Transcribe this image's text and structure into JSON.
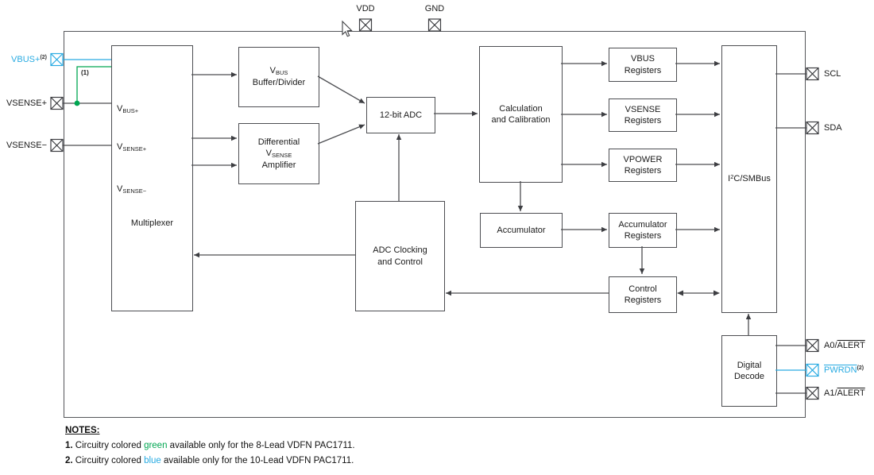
{
  "colors": {
    "blue": "#29ABE2",
    "green": "#00A651",
    "line": "#4d4e52"
  },
  "pins": {
    "vdd": {
      "label": "VDD"
    },
    "gnd": {
      "label": "GND"
    },
    "vbus_plus": {
      "label": "VBUS+",
      "sup": "(2)"
    },
    "vsense_plus": {
      "label": "VSENSE+"
    },
    "vsense_minus": {
      "label": "VSENSE−"
    },
    "scl": {
      "label": "SCL"
    },
    "sda": {
      "label": "SDA"
    },
    "a0_alert": {
      "prefix": "A0/",
      "overlined": "ALERT"
    },
    "pwrdn": {
      "overlined": "PWRDN",
      "sup": "(2)"
    },
    "a1_alert": {
      "prefix": "A1/",
      "overlined": "ALERT"
    }
  },
  "annotations": {
    "wire_note": "(1)"
  },
  "blocks": {
    "multiplexer": {
      "label": "Multiplexer",
      "in_vbus": {
        "main": "V",
        "sub": "BUS+"
      },
      "in_vsense_p": {
        "main": "V",
        "sub": "SENSE+"
      },
      "in_vsense_m": {
        "main": "V",
        "sub": "SENSE−"
      }
    },
    "vbus_buffer": {
      "l1_main": "V",
      "l1_sub": "BUS",
      "l2": "Buffer/Divider"
    },
    "diff_amp": {
      "l1": "Differential",
      "l2_main": "V",
      "l2_sub": "SENSE",
      "l3": "Amplifier"
    },
    "adc": {
      "label": "12-bit ADC"
    },
    "calc": {
      "l1": "Calculation",
      "l2": "and Calibration"
    },
    "vbus_reg": {
      "l1": "VBUS",
      "l2": "Registers"
    },
    "vsense_reg": {
      "l1": "VSENSE",
      "l2": "Registers"
    },
    "vpower_reg": {
      "l1": "VPOWER",
      "l2": "Registers"
    },
    "accumulator": {
      "label": "Accumulator"
    },
    "acc_reg": {
      "l1": "Accumulator",
      "l2": "Registers"
    },
    "ctrl_reg": {
      "l1": "Control",
      "l2": "Registers"
    },
    "adc_clock": {
      "l1": "ADC Clocking",
      "l2": "and Control"
    },
    "i2c": {
      "pre": "I",
      "sup": "2",
      "post": "C/SMBus"
    },
    "digital_decode": {
      "l1": "Digital",
      "l2": "Decode"
    }
  },
  "notes": {
    "heading": "NOTES:",
    "items": [
      {
        "num": "1.",
        "pre": " Circuitry colored ",
        "colored": "green",
        "post": " available only for the 8-Lead VDFN PAC1711."
      },
      {
        "num": "2.",
        "pre": " Circuitry colored ",
        "colored": "blue",
        "post": " available only for the 10-Lead VDFN PAC1711."
      }
    ]
  }
}
